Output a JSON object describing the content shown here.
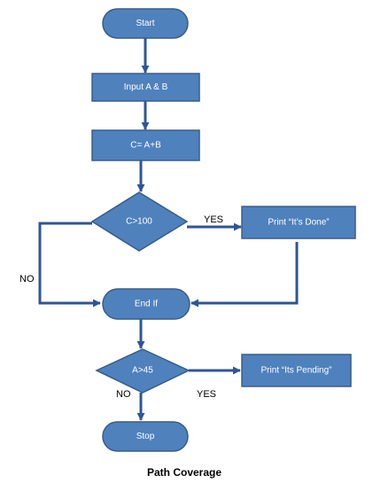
{
  "diagram": {
    "caption": "Path Coverage",
    "colors": {
      "node_fill": "#4f81bd",
      "node_border": "#385d8a",
      "edge": "#2f5597",
      "node_text": "#ffffff",
      "label_text": "#000000"
    },
    "nodes": {
      "start": "Start",
      "input": "Input A & B",
      "assign": "C= A+B",
      "decision1": "C>100",
      "print_done": "Print “It’s Done”",
      "end_if": "End If",
      "decision2": "A>45",
      "print_pending": "Print “Its Pending”",
      "stop": "Stop"
    },
    "labels": {
      "yes1": "YES",
      "no1": "NO",
      "no2": "NO",
      "yes2": "YES"
    }
  }
}
